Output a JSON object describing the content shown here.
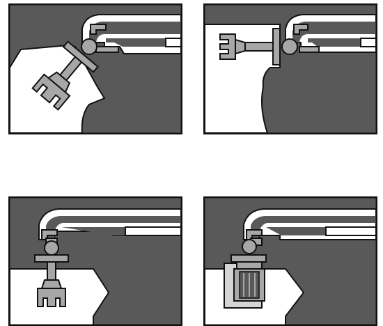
{
  "figure": {
    "panels": [
      {
        "id": "1",
        "step": "arm-tilted"
      },
      {
        "id": "2",
        "step": "arm-horizontal"
      },
      {
        "id": "3",
        "step": "arm-vertical-plug-below"
      },
      {
        "id": "4",
        "step": "arm-vertical-plug-inserted"
      }
    ]
  },
  "colors": {
    "frame": "#111111",
    "dark_fill": "#595959",
    "mid_fill": "#a7a7a7",
    "light_fill": "#d4d4d4",
    "white": "#ffffff"
  }
}
